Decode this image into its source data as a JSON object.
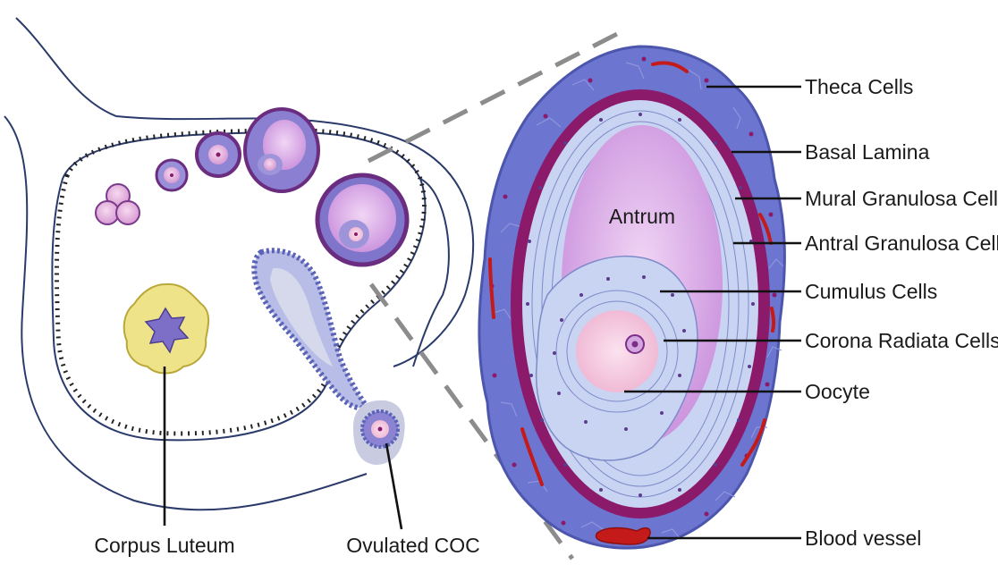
{
  "labels": {
    "theca": "Theca Cells",
    "basal": "Basal Lamina",
    "mural": "Mural Granulosa Cells",
    "antral": "Antral Granulosa Cells",
    "cumulus": "Cumulus Cells",
    "corona": "Corona Radiata Cells",
    "oocyte": "Oocyte",
    "blood": "Blood vessel",
    "antrum": "Antrum",
    "corpus": "Corpus Luteum",
    "coc": "Ovulated COC"
  },
  "colors": {
    "theca": "#6a73cf",
    "basal": "#8b1a6b",
    "granulosa": "#c9d4f2",
    "antrum": "#d9a6e6",
    "oocyte": "#f4c6de",
    "blood": "#c41a1a",
    "corpus": "#efe38a",
    "outline": "#2c3560"
  }
}
